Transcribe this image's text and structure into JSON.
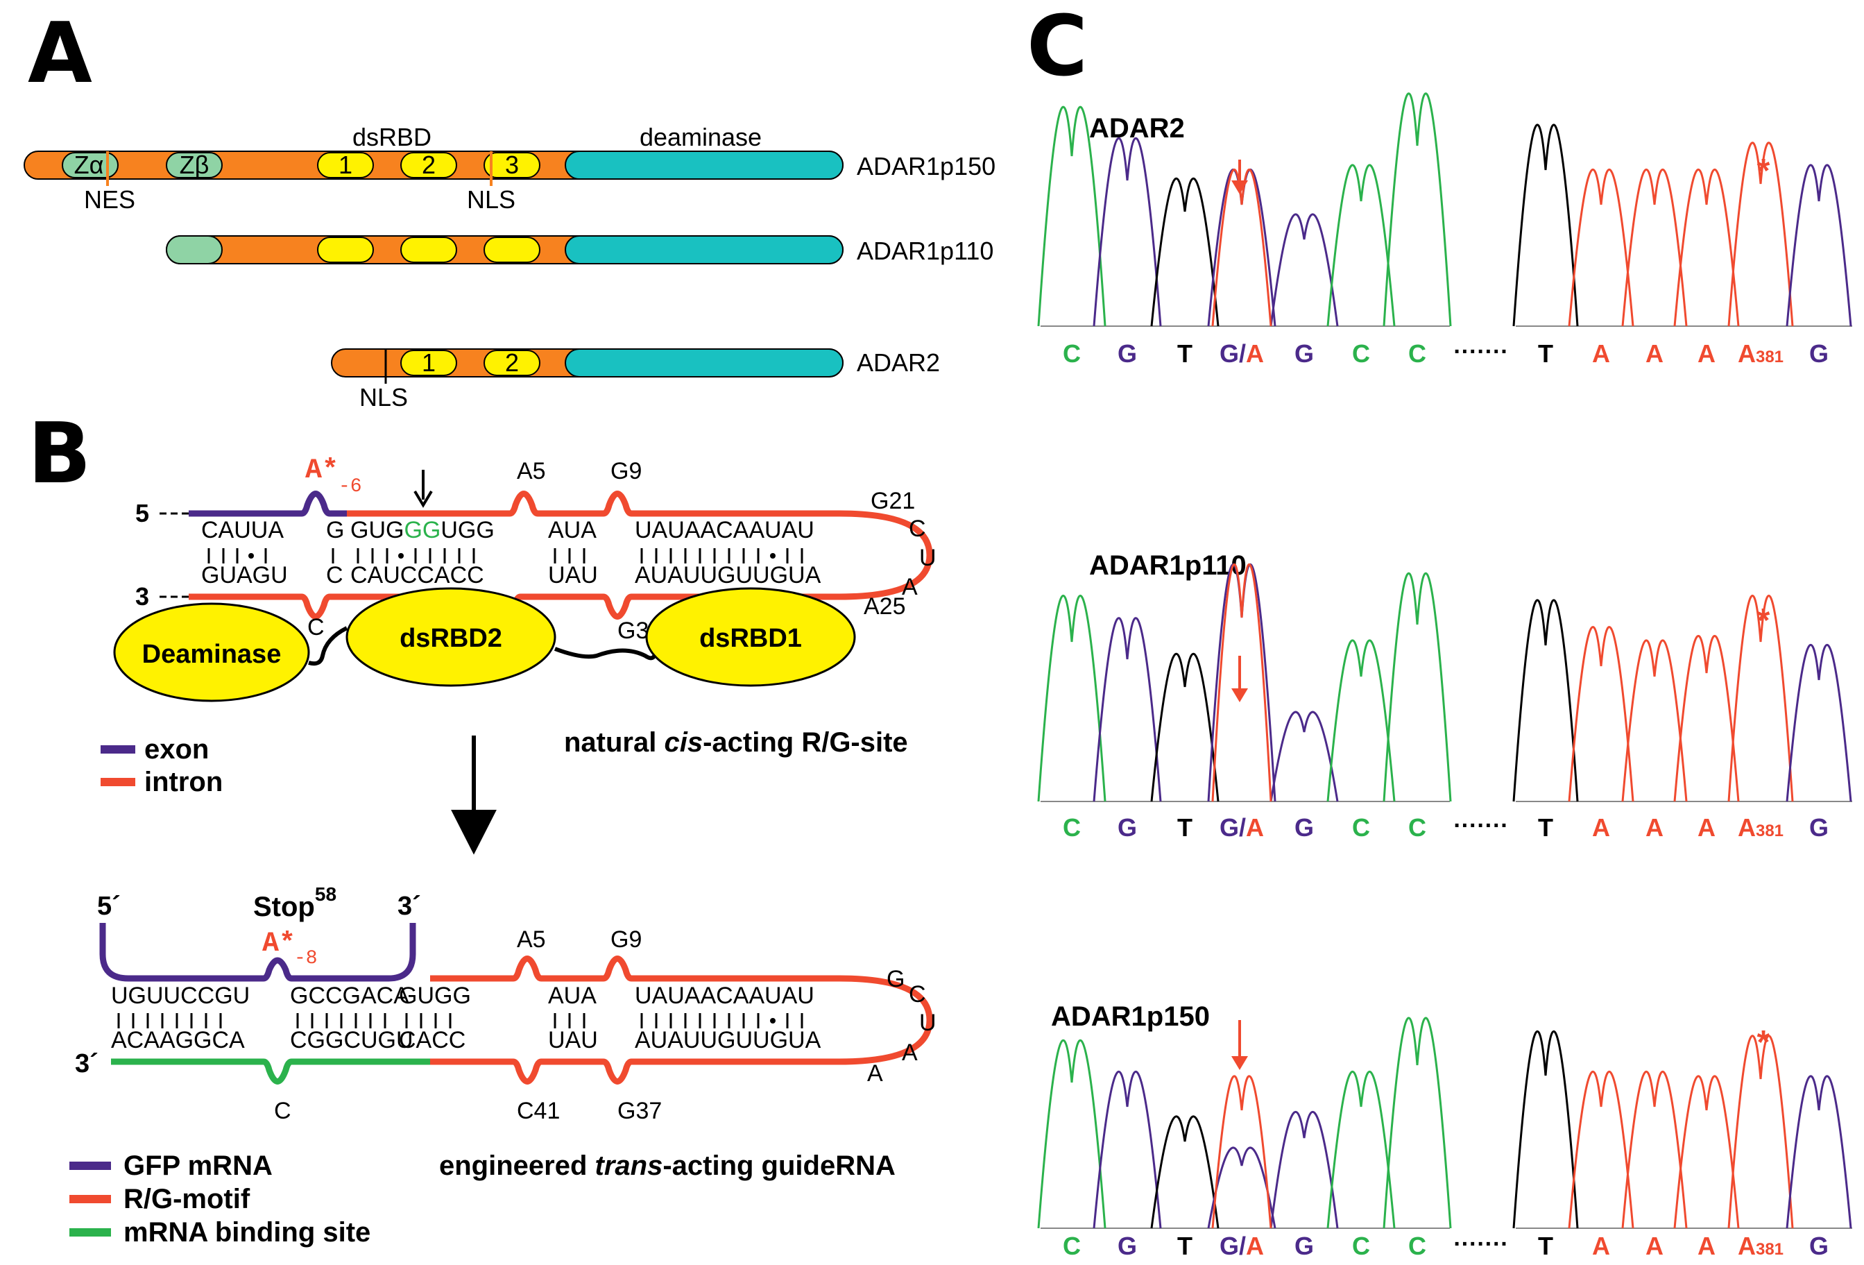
{
  "panels": {
    "a": "A",
    "b": "B",
    "c": "C"
  },
  "colors": {
    "orange": "#f7821f",
    "teal": "#19c1c1",
    "yellow": "#fff200",
    "green_domain": "#8fd3a5",
    "red": "#f04a2f",
    "purple": "#4b2a8a",
    "green": "#2bb24c",
    "black": "#000000"
  },
  "panel_a": {
    "dsrbd_label": "dsRBD",
    "deaminase_label": "deaminase",
    "z_alpha": "Zα",
    "z_beta": "Zβ",
    "d1": "1",
    "d2": "2",
    "d3": "3",
    "nes": "NES",
    "nls": "NLS",
    "nls2": "NLS",
    "p150": "ADAR1p150",
    "p110": "ADAR1p110",
    "adar2": "ADAR2",
    "adar2_d1": "1",
    "adar2_d2": "2"
  },
  "panel_b": {
    "a6": "A*",
    "a6_sub": "-6",
    "five": "5",
    "three": "3",
    "top_seq_1": "CAUUA",
    "top_seq_2": "G",
    "top_seq_3a": "GUG",
    "top_seq_3b": "GG",
    "top_seq_3c": "UGG",
    "top_seq_4": "AUA",
    "top_seq_5": "UAUAACAAUAU",
    "bot_seq_1": "GUAGU",
    "bot_seq_2": "C",
    "bot_seq_3": "CAUCCACC",
    "bot_seq_4": "UAU",
    "bot_seq_5": "AUAUUGUUGUA",
    "a5": "A5",
    "g9": "G9",
    "g21": "G21",
    "c": "C",
    "u": "U",
    "a": "A",
    "a25": "A25",
    "c_bulge": "C",
    "g37": "G37",
    "deaminase": "Deaminase",
    "dsrbd2": "dsRBD2",
    "dsrbd1": "dsRBD1",
    "legend_exon": "exon",
    "legend_intron": "intron",
    "natural_prefix": "natural ",
    "natural_em": "cis",
    "natural_suffix": "-acting R/G-site",
    "stop": "Stop",
    "stop_sup": "58",
    "five_prime": "5´",
    "three_prime_top": "3´",
    "three_prime_bot": "3´",
    "a8": "A*",
    "a8_sub": "-8",
    "g_top_1": "UGUUCCGU",
    "g_top_2": "GCCGACA",
    "g_top_3": "GUGG",
    "g_top_4": "AUA",
    "g_top_5": "UAUAACAAUAU",
    "g_bot_1": "ACAAGGCA",
    "g_bot_2": "CGGCUGU",
    "g_bot_3": "CACC",
    "g_bot_4": "UAU",
    "g_bot_5": "AUAUUGUUGUA",
    "ga5": "A5",
    "gg9": "G9",
    "gG": "G",
    "gC": "C",
    "gU": "U",
    "gA1": "A",
    "gA2": "A",
    "gc": "C",
    "c41": "C41",
    "g37b": "G37",
    "legend_gfp": "GFP mRNA",
    "legend_rg": "R/G-motif",
    "legend_mbs": "mRNA binding site",
    "engineered_prefix": "engineered ",
    "engineered_em": "trans",
    "engineered_suffix": "-acting guideRNA"
  },
  "panel_c": {
    "traces": [
      {
        "title": "ADAR2"
      },
      {
        "title": "ADAR1p110"
      },
      {
        "title": "ADAR1p150"
      }
    ],
    "bases_left": [
      "C",
      "G",
      "T",
      "G/A",
      "G",
      "C",
      "C"
    ],
    "dots": "·······",
    "bases_right": [
      "T",
      "A",
      "A",
      "A",
      "A381",
      "G"
    ],
    "star": "*",
    "a381_main": "A",
    "a381_sub": "381"
  }
}
